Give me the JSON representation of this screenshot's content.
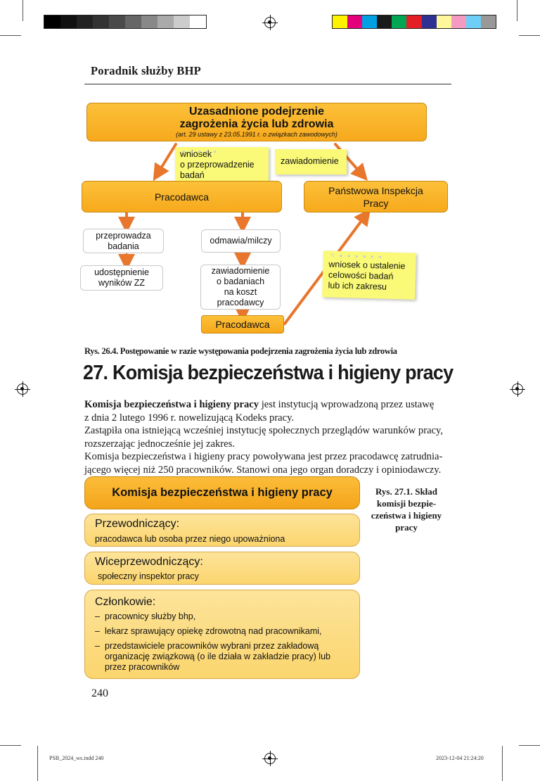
{
  "running_head": "Poradnik służby BHP",
  "figure1": {
    "top_box": {
      "line1": "Uzasadnione podejrzenie",
      "line2": "zagrożenia życia lub zdrowia",
      "note": "(art. 29 ustawy z 23.05.1991 r. o związkach zawodowych)"
    },
    "note_request_exam": [
      "wniosek",
      "o przeprowadzenie",
      "badań"
    ],
    "note_notification": "zawiadomienie",
    "employer_box": "Pracodawca",
    "pip_box": [
      "Państwowa Inspekcja",
      "Pracy"
    ],
    "conducts": [
      "przeprowadza",
      "badania"
    ],
    "results": [
      "udostępnienie",
      "wyników ZZ"
    ],
    "refuses": "odmawia/milczy",
    "notice_exam": [
      "zawiadomienie",
      "o badaniach",
      "na koszt",
      "pracodawcy"
    ],
    "employer_box2": "Pracodawca",
    "note_request_scope": [
      "wniosek o ustalenie",
      "celowości badań",
      "lub ich zakresu"
    ],
    "caption": "Rys. 26.4. Postępowanie w razie występowania podejrzenia zagrożenia życia lub zdrowia"
  },
  "chapter_title": "27. Komisja bezpieczeństwa i higieny pracy",
  "paragraph1": {
    "bold": "Komisja bezpieczeństwa i higieny pracy",
    "line1_rest": " jest instytucją wprowadzoną przez ustawę",
    "line2": "z dnia 2 lutego 1996 r. nowelizującą Kodeks pracy."
  },
  "paragraph2": [
    "Zastąpiła ona istniejącą wcześniej instytucję społecznych przeglądów warunków pracy,",
    "rozszerzając jednocześnie jej zakres."
  ],
  "paragraph3": [
    "Komisja bezpieczeństwa i higieny pracy powoływana jest przez pracodawcę zatrudnia-",
    "jącego więcej niż 250 pracowników. Stanowi ona jego organ doradczy i opiniodawczy."
  ],
  "figure2": {
    "header": "Komisja bezpieczeństwa i higieny pracy",
    "chair_title": "Przewodniczący:",
    "chair_text": "pracodawca lub osoba przez niego upoważniona",
    "vice_title": "Wiceprzewodniczący:",
    "vice_text": "społeczny inspektor pracy",
    "members_title": "Członkowie:",
    "members": [
      "pracownicy służby bhp,",
      "lekarz sprawujący opiekę zdrowotną nad pracownikami,",
      "przedstawiciele pracowników wybrani przez zakładową organizację związkową (o ile działa w zakładzie pracy) lub przez pracowników"
    ],
    "caption": [
      "Rys. 27.1. Skład",
      "komisji bezpie-",
      "czeństwa i higieny",
      "pracy"
    ]
  },
  "page_number": "240",
  "slug_left": "PSB_2024_ws.indd 240",
  "slug_right": "2023-12-04   21:24:20",
  "colors": {
    "orange": "#f7a91c",
    "orange_light": "#fbd56e",
    "note_yellow": "#fafa78",
    "arrow": "#e8762c"
  }
}
